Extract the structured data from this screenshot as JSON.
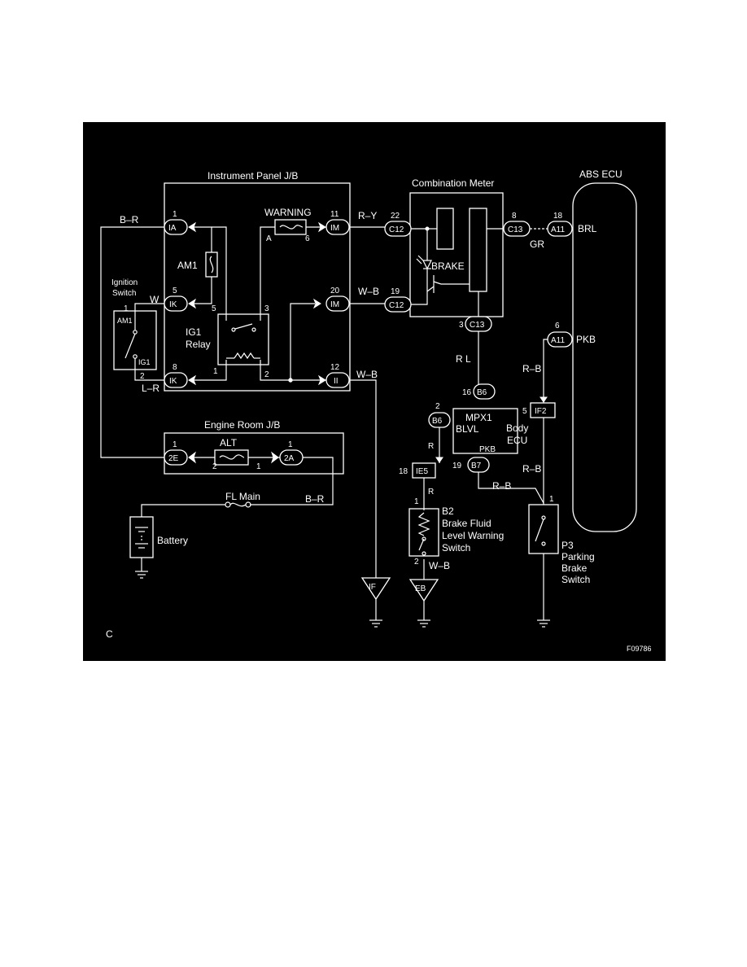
{
  "titles": {
    "instrument_panel": "Instrument Panel J/B",
    "combination_meter": "Combination Meter",
    "abs_ecu": "ABS ECU",
    "engine_room": "Engine Room J/B",
    "ignition_switch_1": "Ignition",
    "ignition_switch_2": "Switch",
    "ig1_relay_1": "IG1",
    "ig1_relay_2": "Relay",
    "warning": "WARNING",
    "am1": "AM1",
    "alt": "ALT",
    "fl_main": "FL Main",
    "battery": "Battery",
    "brake": "BRAKE",
    "brl": "BRL",
    "pkb_abs": "PKB",
    "mpx1": "MPX1",
    "blvl": "BLVL",
    "pkb_ecu": "PKB",
    "body_ecu_1": "Body",
    "body_ecu_2": "ECU",
    "b2_line1": "B2",
    "b2_line2": "Brake Fluid",
    "b2_line3": "Level Warning",
    "b2_line4": "Switch",
    "p3_line1": "P3",
    "p3_line2": "Parking",
    "p3_line3": "Brake",
    "p3_line4": "Switch",
    "sw_am1": "AM1",
    "sw_ig1": "IG1",
    "corner_c": "C",
    "figure_code": "F09786"
  },
  "connectors": {
    "ia": "IA",
    "ik1": "IK",
    "ik2": "IK",
    "im1": "IM",
    "im2": "IM",
    "ii": "II",
    "c12a": "C12",
    "c12b": "C12",
    "c13a": "C13",
    "c13b": "C13",
    "a11a": "A11",
    "a11b": "A11",
    "b6a": "B6",
    "b6b": "B6",
    "b7": "B7",
    "if2": "IF2",
    "ie5": "IE5",
    "e2": "2E",
    "a2": "2A",
    "g_if": "IF",
    "g_eb": "EB"
  },
  "wires": {
    "br1": "B–R",
    "w1": "W",
    "lr": "L–R",
    "ry": "R–Y",
    "wb1": "W–B",
    "wb2": "W–B",
    "gr": "GR",
    "rl": "R  L",
    "rb1": "R–B",
    "rb2": "R–B",
    "rb3": "R–B",
    "r1": "R",
    "r2": "R",
    "br2": "B–R",
    "wb3": "W–B"
  },
  "pins": {
    "ia": "1",
    "ik1": "5",
    "ik2": "8",
    "relay5": "5",
    "relay3": "3",
    "relay1": "1",
    "relay2": "2",
    "im1": "11",
    "warnA": "A",
    "warn6": "6",
    "im2": "20",
    "ii": "12",
    "c12a": "22",
    "c12b": "19",
    "c13a": "8",
    "c13b": "3",
    "a11a": "18",
    "a11b": "6",
    "b6a": "16",
    "b6b": "2",
    "b7": "19",
    "if2": "5",
    "ie5": "18",
    "b2top": "1",
    "b2bot": "2",
    "p3": "1",
    "sw1": "1",
    "sw2": "2",
    "e2": "1",
    "a2": "1",
    "alt2": "2",
    "alt1": "1"
  }
}
